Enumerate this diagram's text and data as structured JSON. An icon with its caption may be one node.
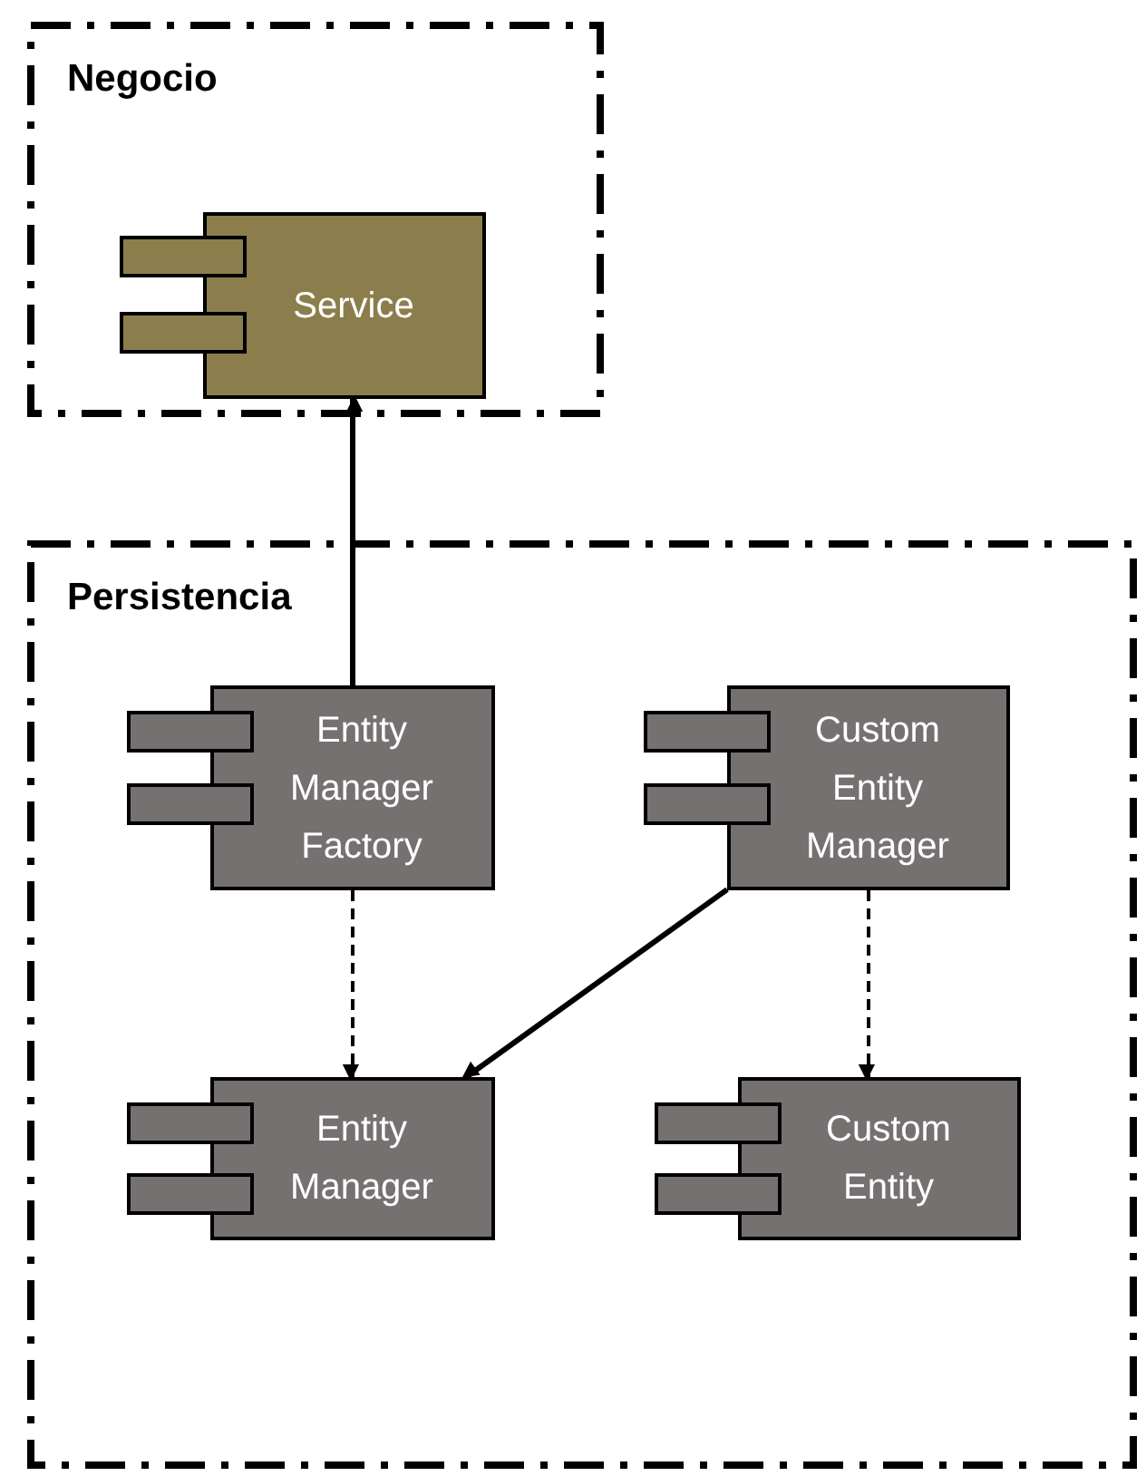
{
  "diagram": {
    "nodes": [
      {
        "text": [
          "Negocio"
        ]
      },
      {
        "text": [
          "Service"
        ],
        "in": 0
      },
      {
        "text": [
          "Persistencia"
        ]
      },
      {
        "text": [
          "Entity Manager Factory"
        ],
        "in": 2
      },
      {
        "text": [
          "Custom Entity Manager"
        ],
        "in": 2
      },
      {
        "text": [
          "Entity Manager"
        ],
        "in": 2
      },
      {
        "text": [
          "Custom Entity"
        ],
        "in": 2
      }
    ],
    "edges": [
      {
        "from": 3,
        "to": 1,
        "arrow": "to"
      },
      {
        "from": 3,
        "to": 5,
        "arrow": "to",
        "style": "dashed"
      },
      {
        "from": 4,
        "to": 5,
        "arrow": "to"
      },
      {
        "from": 4,
        "to": 6,
        "arrow": "to",
        "style": "dashed"
      }
    ]
  }
}
